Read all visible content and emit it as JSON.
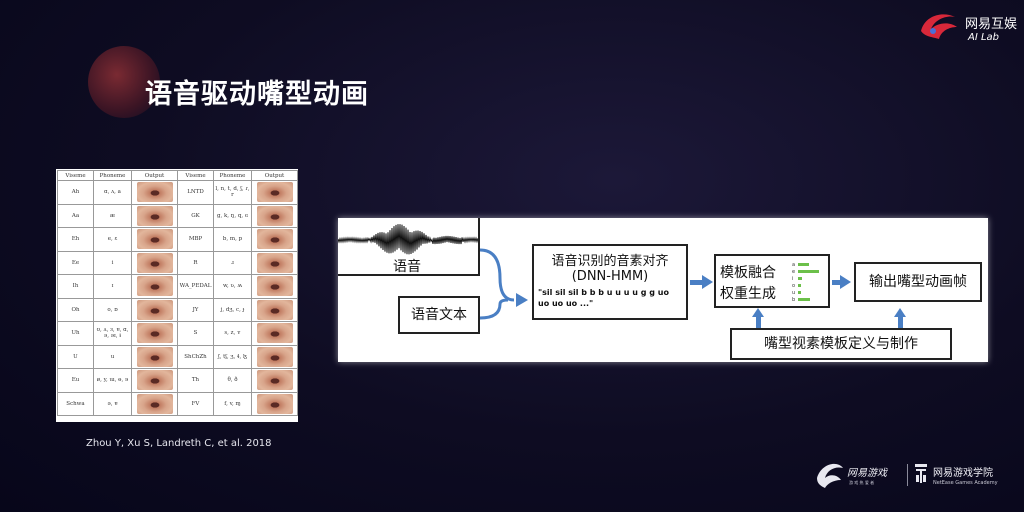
{
  "slide": {
    "title": "语音驱动嘴型动画",
    "brand": {
      "line1": "网易互娱",
      "line2": "AI Lab"
    },
    "citation": "Zhou Y, Xu S, Landreth C, et al. 2018",
    "footer": {
      "game_brand": "网易游戏",
      "game_sub": "游 戏 热 爱 者",
      "academy_cn": "网易游戏学院",
      "academy_en": "NetEase Games Academy"
    }
  },
  "viseme_table": {
    "headers": [
      "Viseme",
      "Phoneme",
      "Output",
      "Viseme",
      "Phoneme",
      "Output"
    ],
    "rows": [
      {
        "v1": "Ah",
        "p1": "ɑ, ʌ, a",
        "v2": "LNTD",
        "p2": "l, n, t, d, ʃ, ɾ, r"
      },
      {
        "v1": "Aa",
        "p1": "æ",
        "v2": "GK",
        "p2": "g, k, ŋ, q, ɢ"
      },
      {
        "v1": "Eh",
        "p1": "e, ɛ",
        "v2": "MBP",
        "p2": "b, m, p"
      },
      {
        "v1": "Ee",
        "p1": "i",
        "v2": "R",
        "p2": "ɹ"
      },
      {
        "v1": "Ih",
        "p1": "ɪ",
        "v2": "WA_PEDAL",
        "p2": "w, ʋ, ʍ"
      },
      {
        "v1": "Oh",
        "p1": "o, ɒ",
        "v2": "JY",
        "p2": "j, dʒ, c, ɟ"
      },
      {
        "v1": "Uh",
        "p1": "ʊ, ʌ, ɜ, ɐ, ɑ, ə, əɪ, ɨ",
        "v2": "S",
        "p2": "s, z, ʏ"
      },
      {
        "v1": "U",
        "p1": "u",
        "v2": "ShChZh",
        "p2": "ʃ, tʃ, ʒ, ɬ, ɮ"
      },
      {
        "v1": "Eu",
        "p1": "ø, y, ɯ, ɵ, ɘ",
        "v2": "Th",
        "p2": "θ, ð"
      },
      {
        "v1": "Schwa",
        "p1": "ə, ɐ",
        "v2": "FV",
        "p2": "f, v, ɱ"
      }
    ]
  },
  "diagram": {
    "speech_label": "语音",
    "text_label": "语音文本",
    "align_title": "语音识别的音素对齐",
    "align_sub": "(DNN-HMM)",
    "align_seq": "\"sil sil sil b b b u u u u g g uo uo uo uo ...\"",
    "fuse_line1": "模板融合",
    "fuse_line2": "权重生成",
    "fuse_weights": [
      {
        "label": "a",
        "value": 0.35
      },
      {
        "label": "e",
        "value": 0.7
      },
      {
        "label": "i",
        "value": 0.12
      },
      {
        "label": "o",
        "value": 0.1
      },
      {
        "label": "u",
        "value": 0.1
      },
      {
        "label": "b",
        "value": 0.4
      }
    ],
    "output_label": "输出嘴型动画帧",
    "template_label": "嘴型视素模板定义与制作",
    "accent_color": "#4a7fc4",
    "weight_color": "#6cc04a"
  }
}
